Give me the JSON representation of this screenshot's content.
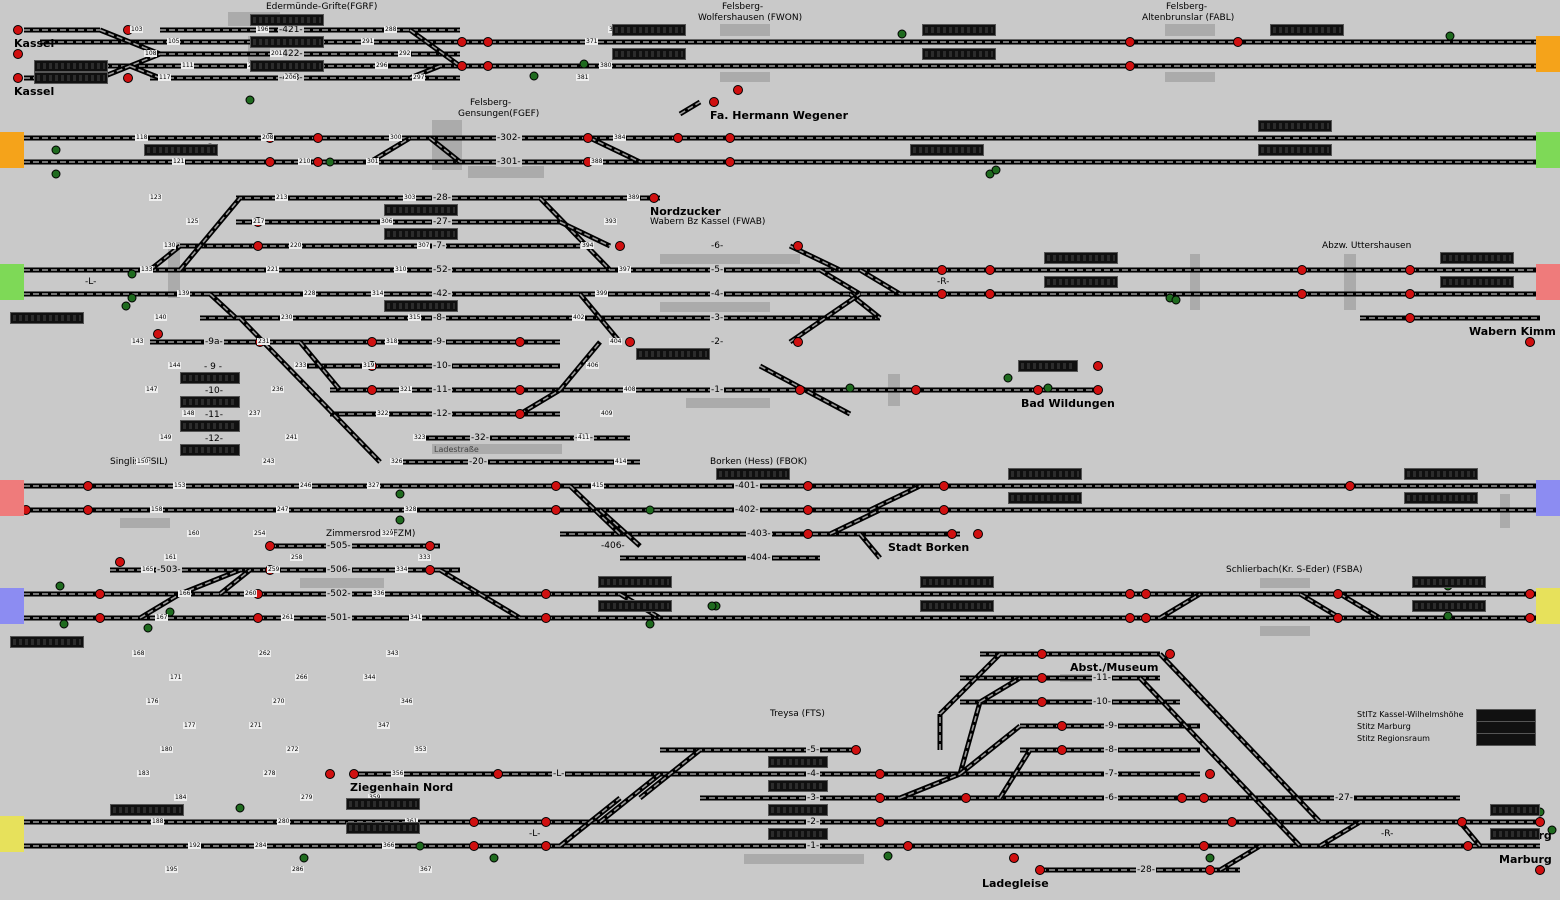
{
  "edge_colors": {
    "orange": "#f5a31a",
    "green": "#7ed957",
    "red": "#ef7b7b",
    "blue": "#8c8cf2",
    "yellow": "#e7e15b"
  },
  "colors": {
    "background": "#c9c9c9",
    "track": "#000000",
    "signal_red": "#d01010",
    "signal_green": "#1f6b1f",
    "counter": "#111111"
  },
  "station_labels": [
    {
      "id": "fgrf",
      "text": "Edermünde-Grifte(FGRF)"
    },
    {
      "id": "fwon1",
      "text": "Felsberg-"
    },
    {
      "id": "fwon2",
      "text": "Wolfershausen (FWON)"
    },
    {
      "id": "fabl1",
      "text": "Felsberg-"
    },
    {
      "id": "fabl2",
      "text": "Altenbrunslar (FABL)"
    },
    {
      "id": "fgef1",
      "text": "Felsberg-"
    },
    {
      "id": "fgef2",
      "text": "Gensungen(FGEF)"
    },
    {
      "id": "fwab",
      "text": "Wabern Bz Kassel (FWAB)"
    },
    {
      "id": "utt",
      "text": "Abzw. Uttershausen"
    },
    {
      "id": "fsil",
      "text": "Singlis (FSIL)"
    },
    {
      "id": "fbok",
      "text": "Borken (Hess) (FBOK)"
    },
    {
      "id": "fzm",
      "text": "Zimmersrode (FZM)"
    },
    {
      "id": "fsba",
      "text": "Schlierbach(Kr. S-Eder) (FSBA)"
    },
    {
      "id": "fts",
      "text": "Treysa (FTS)"
    },
    {
      "id": "ladestr",
      "text": "Ladestraße"
    }
  ],
  "places": [
    {
      "id": "kassel1",
      "text": "Kassel"
    },
    {
      "id": "kassel2",
      "text": "Kassel"
    },
    {
      "id": "wegener",
      "text": "Fa. Hermann Wegener"
    },
    {
      "id": "nordzucker",
      "text": "Nordzucker"
    },
    {
      "id": "kimm",
      "text": "Wabern Kimm"
    },
    {
      "id": "wildungen",
      "text": "Bad Wildungen"
    },
    {
      "id": "stadtborken",
      "text": "Stadt Borken"
    },
    {
      "id": "museum",
      "text": "Abst./Museum"
    },
    {
      "id": "ziegenhain",
      "text": "Ziegenhain Nord"
    },
    {
      "id": "marburg1",
      "text": "Marburg"
    },
    {
      "id": "marburg2",
      "text": "Marburg"
    },
    {
      "id": "ladegleise",
      "text": "Ladegleise"
    }
  ],
  "track_names": [
    "-421-",
    "-422-",
    "-423-",
    "-302-",
    "-301-",
    "-28-",
    "-27-",
    "-7-",
    "-52-",
    "-42-",
    "-8-",
    "-9a-",
    "-9-",
    "-10-",
    "-11-",
    "-12-",
    "-32-",
    "-31-",
    "-20-",
    "-6-",
    "-5-",
    "-4-",
    "-3-",
    "-2-",
    "-1-",
    "-L-",
    "-R-",
    "-401-",
    "-402-",
    "-403-",
    "-404-",
    "-406-",
    "-505-",
    "-503-",
    "-506-",
    "-502-",
    "-501-",
    "-11-",
    "-10-",
    "-9-",
    "-8-",
    "-7-",
    "-6-",
    "-5-",
    "-4-",
    "-3-",
    "-2-",
    "-1-",
    "-L-",
    "-L-",
    "-27-",
    "-R-",
    "-28-"
  ],
  "side_tracks": [
    "- 9 -",
    "-10-",
    "-11-",
    "-12-"
  ],
  "stellwerke": [
    "StITz Kassel-Wilhelmshöhe",
    "Stitz Marburg",
    "Stitz Regionsraum"
  ],
  "section_numbers": [
    "103",
    "105",
    "108",
    "111",
    "117",
    "118",
    "121",
    "123",
    "125",
    "130",
    "133",
    "139",
    "140",
    "143",
    "144",
    "147",
    "148",
    "149",
    "150",
    "153",
    "158",
    "160",
    "161",
    "165",
    "166",
    "167",
    "168",
    "171",
    "176",
    "177",
    "180",
    "183",
    "184",
    "188",
    "192",
    "195",
    "196",
    "200",
    "201",
    "202",
    "206",
    "208",
    "210",
    "213",
    "217",
    "220",
    "221",
    "228",
    "230",
    "231",
    "233",
    "236",
    "237",
    "241",
    "243",
    "246",
    "247",
    "254",
    "258",
    "259",
    "260",
    "261",
    "262",
    "266",
    "270",
    "271",
    "272",
    "278",
    "279",
    "280",
    "284",
    "286",
    "288",
    "291",
    "292",
    "296",
    "297",
    "300",
    "301",
    "303",
    "306",
    "307",
    "310",
    "314",
    "315",
    "318",
    "319",
    "321",
    "322",
    "323",
    "326",
    "327",
    "328",
    "329",
    "333",
    "334",
    "336",
    "341",
    "343",
    "344",
    "346",
    "347",
    "353",
    "356",
    "359",
    "361",
    "366",
    "367",
    "370",
    "371",
    "378",
    "380",
    "381",
    "384",
    "388",
    "389",
    "393",
    "394",
    "397",
    "399",
    "402",
    "404",
    "406",
    "408",
    "409",
    "411",
    "414",
    "415"
  ]
}
